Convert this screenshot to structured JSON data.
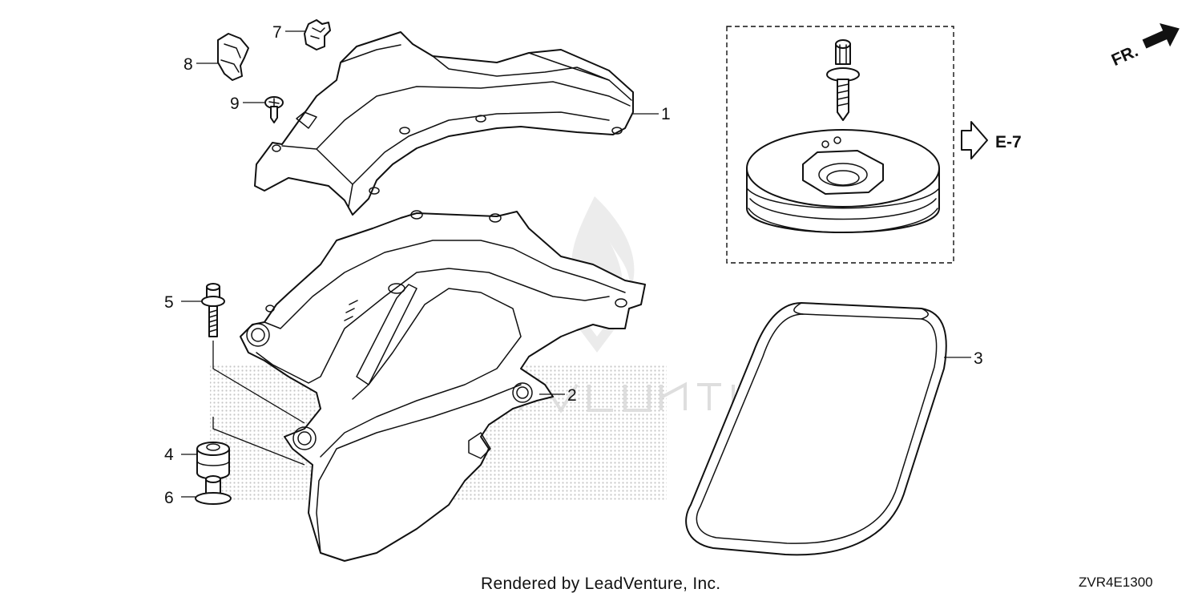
{
  "diagram": {
    "callouts": [
      {
        "id": "1",
        "label": "1"
      },
      {
        "id": "2",
        "label": "2"
      },
      {
        "id": "3",
        "label": "3"
      },
      {
        "id": "4",
        "label": "4"
      },
      {
        "id": "5",
        "label": "5"
      },
      {
        "id": "6",
        "label": "6"
      },
      {
        "id": "7",
        "label": "7"
      },
      {
        "id": "8",
        "label": "8"
      },
      {
        "id": "9",
        "label": "9"
      }
    ],
    "reference": {
      "label": "E-7"
    },
    "orientation": {
      "label": "FR."
    }
  },
  "footer": {
    "rendered_by": "Rendered by LeadVenture, Inc.",
    "diagram_code": "ZVR4E1300"
  },
  "colors": {
    "line": "#111111",
    "watermark": "#c8c8c8"
  },
  "icons": {
    "orientation": "forward-arrow-icon",
    "reference": "hollow-arrow-icon"
  }
}
